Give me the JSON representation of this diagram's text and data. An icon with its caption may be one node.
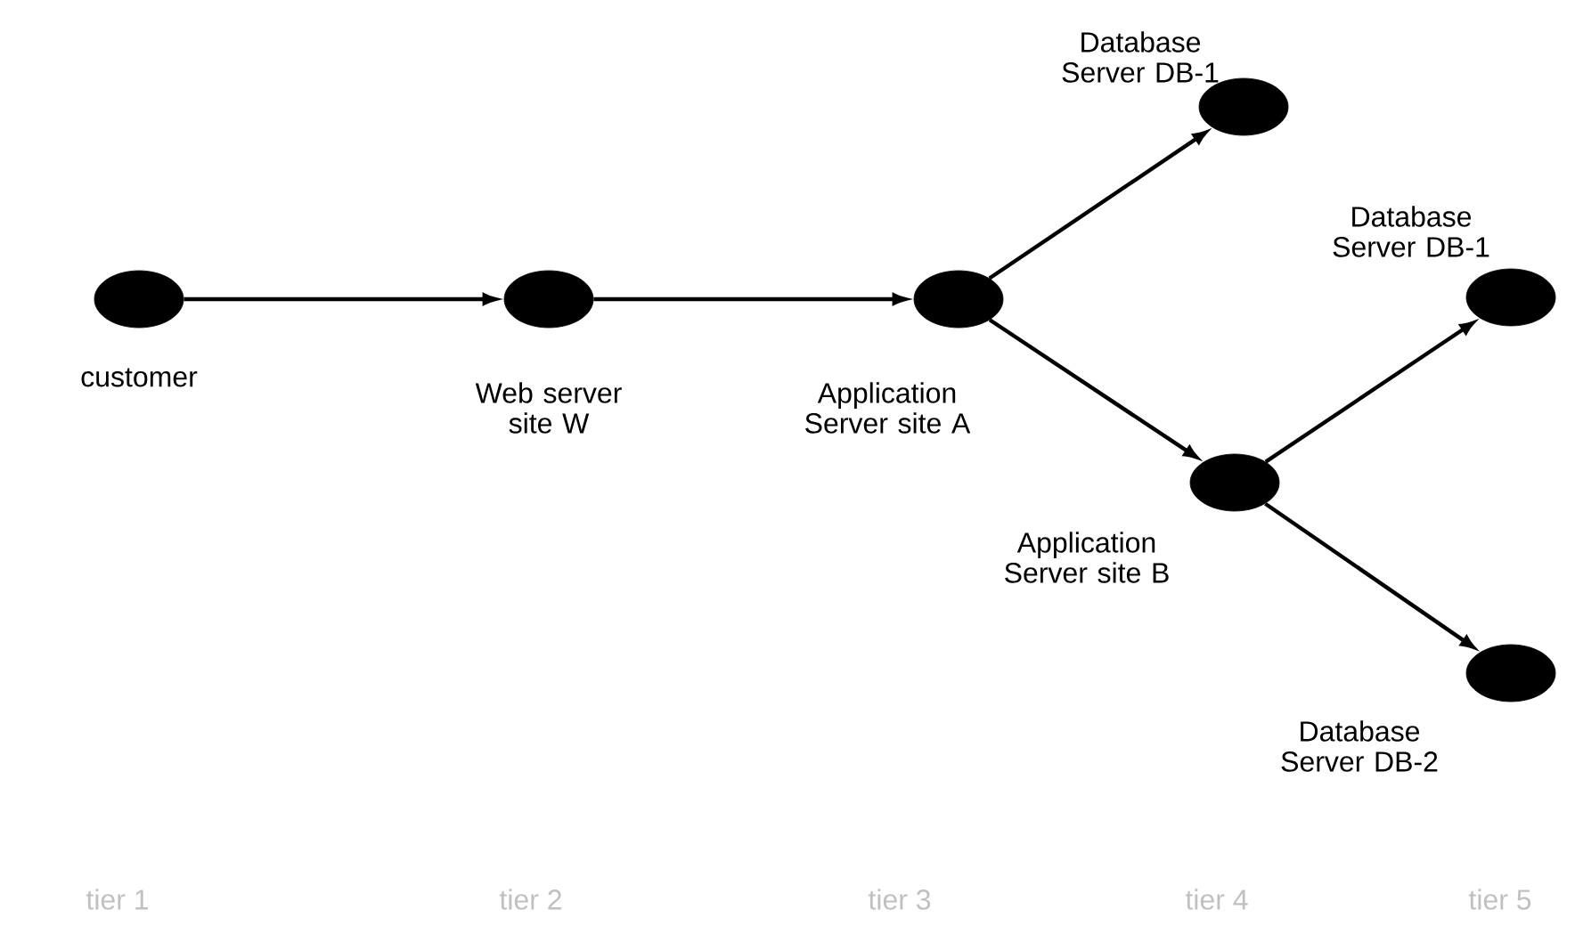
{
  "diagram": {
    "nodes": [
      {
        "text": [],
        "shape": "circle",
        "beside": [
          "customer"
        ]
      },
      {
        "text": [],
        "shape": "circle",
        "beside": [
          "Web server site W"
        ]
      },
      {
        "text": [],
        "shape": "circle",
        "beside": [
          "Application Server site A"
        ]
      },
      {
        "text": [],
        "shape": "circle",
        "beside": [
          "Database Server DB-1"
        ]
      },
      {
        "text": [],
        "shape": "circle",
        "beside": [
          "Database Server DB-1"
        ]
      },
      {
        "text": [],
        "shape": "circle",
        "beside": [
          "Application Server site B"
        ]
      },
      {
        "text": [],
        "shape": "circle",
        "beside": [
          "Database Server DB-2"
        ]
      }
    ],
    "edges": [
      {
        "from": 0,
        "to": 1,
        "arrow": "to"
      },
      {
        "from": 1,
        "to": 2,
        "arrow": "to"
      },
      {
        "from": 2,
        "to": 3,
        "arrow": "to"
      },
      {
        "from": 2,
        "to": 5,
        "arrow": "to"
      },
      {
        "from": 5,
        "to": 4,
        "arrow": "to"
      },
      {
        "from": 5,
        "to": 6,
        "arrow": "to"
      }
    ],
    "labels": [
      "tier 1",
      "tier 2",
      "tier 3",
      "tier 4",
      "tier 5"
    ]
  }
}
